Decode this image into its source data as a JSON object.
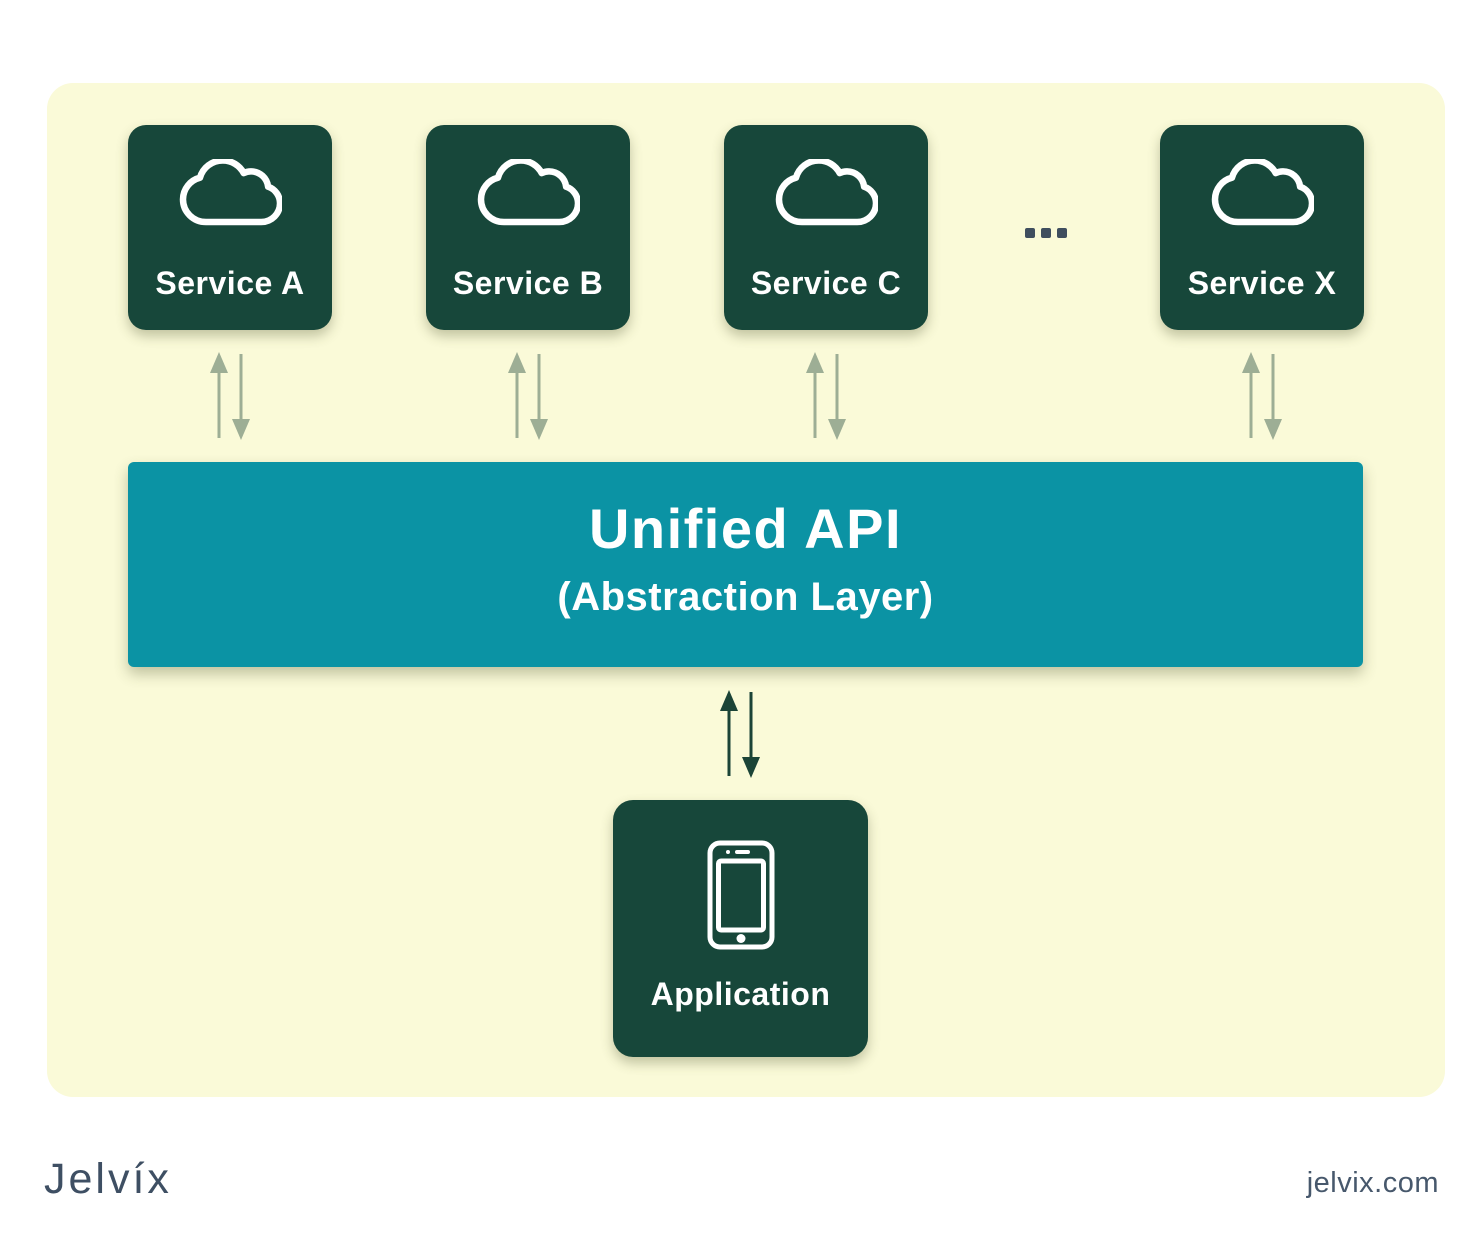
{
  "diagram": {
    "services": [
      {
        "label": "Service A",
        "icon": "cloud-icon"
      },
      {
        "label": "Service B",
        "icon": "cloud-icon"
      },
      {
        "label": "Service C",
        "icon": "cloud-icon"
      },
      {
        "label": "Service X",
        "icon": "cloud-icon"
      }
    ],
    "ellipsis": "...",
    "unified_api": {
      "title": "Unified API",
      "subtitle": "(Abstraction Layer)"
    },
    "application": {
      "label": "Application",
      "icon": "smartphone-icon"
    }
  },
  "footer": {
    "logo": "Jelvíx",
    "website": "jelvix.com"
  },
  "colors": {
    "page_background": "#FFFFFF",
    "panel_background": "#FAFAD8",
    "service_box_green": "#17473A",
    "unified_api_teal": "#0B93A4",
    "arrow_sage": "#9DAE95",
    "arrow_dark_green": "#1B4437",
    "ellipsis_dots": "#3F4E5E",
    "label_text": "#FFFFFF",
    "footer_text": "#3E4F63"
  }
}
